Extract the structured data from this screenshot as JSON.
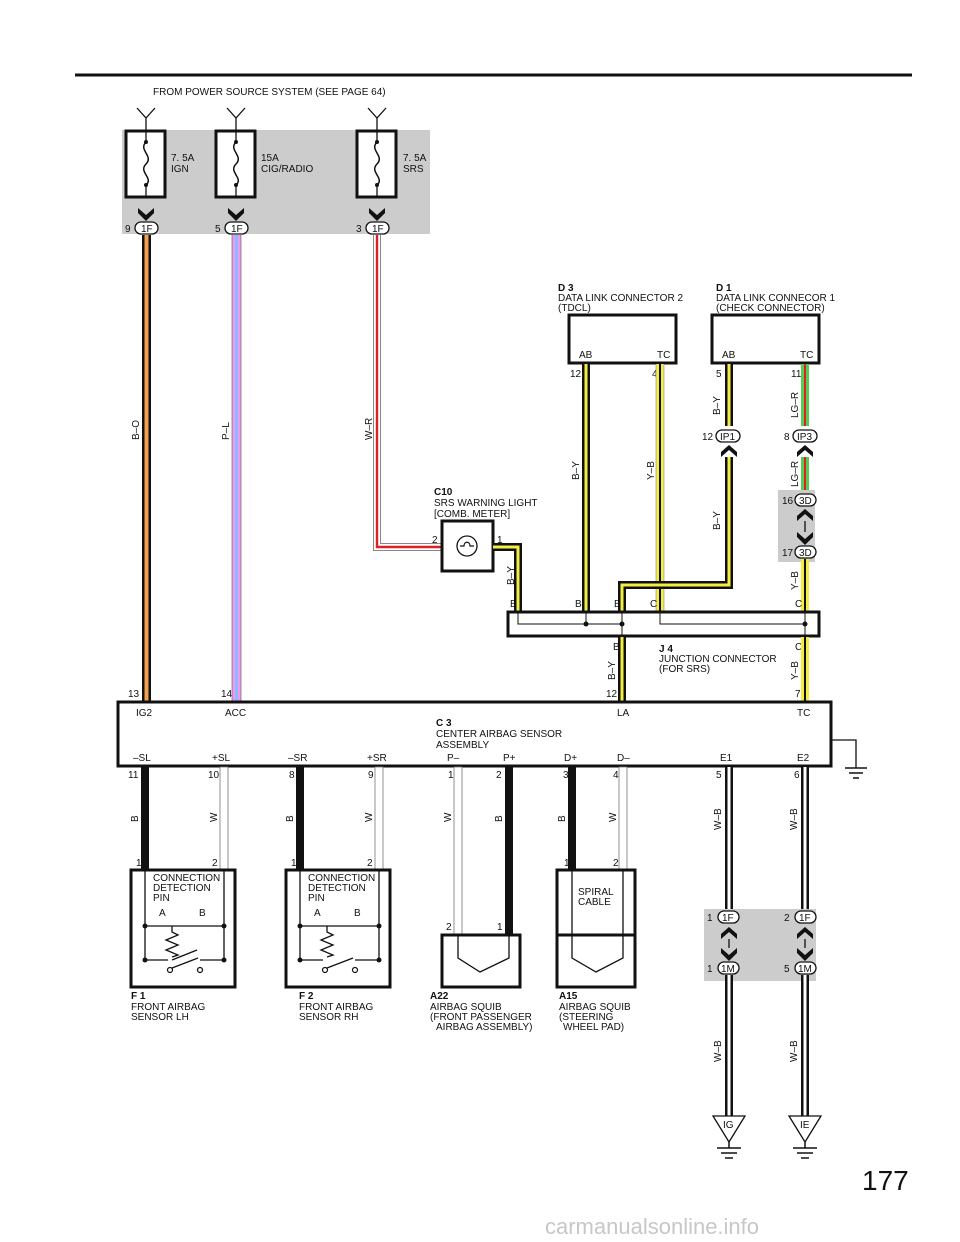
{
  "header": {
    "power_source": "FROM POWER SOURCE SYSTEM (SEE PAGE 64)"
  },
  "fuses": [
    {
      "amp": "7. 5A",
      "name": "IGN",
      "pin": "9",
      "connector": "1F"
    },
    {
      "amp": "15A",
      "name": "CIG/RADIO",
      "pin": "5",
      "connector": "1F"
    },
    {
      "amp": "7. 5A",
      "name": "SRS",
      "pin": "3",
      "connector": "1F"
    }
  ],
  "wires": {
    "ign": "B–O",
    "acc": "P–L",
    "srs": "W–R",
    "d3_ab": "B–Y",
    "d3_tc": "Y–B",
    "ip1": "B–Y",
    "d1_ab": "B–Y",
    "d1_tc": "LG–R",
    "ip3": "LG–R",
    "j3d": "Y–B",
    "c10": "B–Y",
    "j4_b": "B–Y",
    "j4_c": "Y–B",
    "sl_n": "B",
    "sl_p": "W",
    "sr_n": "B",
    "sr_p": "W",
    "p_n": "W",
    "p_p": "B",
    "d_p": "B",
    "d_n": "W",
    "e1": "W–B",
    "e2": "W–B",
    "e1_lo": "W–B",
    "e2_lo": "W–B"
  },
  "d3": {
    "id": "D 3",
    "name": "DATA LINK CONNECTOR 2",
    "sub": "(TDCL)",
    "ab": "AB",
    "tc": "TC",
    "pin_ab": "12",
    "pin_tc": "4"
  },
  "d1": {
    "id": "D 1",
    "name": "DATA LINK CONNECOR 1",
    "sub": "(CHECK CONNECTOR)",
    "ab": "AB",
    "tc": "TC",
    "pin_ab": "5",
    "pin_tc": "11"
  },
  "ip1": {
    "pin": "12",
    "label": "IP1"
  },
  "ip3": {
    "pin": "8",
    "label": "IP3"
  },
  "j3d_top": {
    "pin": "16",
    "label": "3D"
  },
  "j3d_bot": {
    "pin": "17",
    "label": "3D"
  },
  "c10": {
    "id": "C10",
    "name": "SRS WARNING LIGHT",
    "sub": "[COMB.  METER]",
    "pin_l": "2",
    "pin_r": "1"
  },
  "j4": {
    "id": "J 4",
    "name": "JUNCTION CONNECTOR",
    "sub": "(FOR SRS)",
    "top": [
      "B",
      "B",
      "B",
      "C",
      "C"
    ],
    "bot_b": "B",
    "bot_c": "C"
  },
  "c3": {
    "id": "C 3",
    "name": "CENTER AIRBAG SENSOR",
    "sub": "ASSEMBLY",
    "top_pins": [
      "13",
      "14",
      "12",
      "7"
    ],
    "top_terms": [
      "IG2",
      "ACC",
      "LA",
      "TC"
    ],
    "bot_terms": [
      "–SL",
      "+SL",
      "–SR",
      "+SR",
      "P–",
      "P+",
      "D+",
      "D–",
      "E1",
      "E2"
    ],
    "bot_pins": [
      "11",
      "10",
      "8",
      "9",
      "1",
      "2",
      "3",
      "4",
      "5",
      "6"
    ]
  },
  "f1": {
    "id": "F 1",
    "name": "FRONT AIRBAG",
    "sub": "SENSOR LH",
    "pin1": "1",
    "pin2": "2",
    "cdp": [
      "CONNECTION",
      "DETECTION",
      "PIN"
    ],
    "a": "A",
    "b": "B"
  },
  "f2": {
    "id": "F 2",
    "name": "FRONT AIRBAG",
    "sub": "SENSOR RH",
    "pin1": "1",
    "pin2": "2",
    "cdp": [
      "CONNECTION",
      "DETECTION",
      "PIN"
    ],
    "a": "A",
    "b": "B"
  },
  "a22": {
    "id": "A22",
    "name": "AIRBAG SQUIB",
    "sub1": "(FRONT PASSENGER",
    "sub2": "AIRBAG ASSEMBLY)",
    "pin_l": "2",
    "pin_r": "1"
  },
  "a15": {
    "id": "A15",
    "name": "AIRBAG SQUIB",
    "sub1": "(STEERING",
    "sub2": "WHEEL PAD)",
    "pin_l": "1",
    "pin_r": "2",
    "spiral": [
      "SPIRAL",
      "CABLE"
    ]
  },
  "j1f_l": {
    "pin": "1",
    "label": "1F"
  },
  "j1f_r": {
    "pin": "2",
    "label": "1F"
  },
  "j1m_l": {
    "pin": "1",
    "label": "1M"
  },
  "j1m_r": {
    "pin": "5",
    "label": "1M"
  },
  "grounds": [
    "IG",
    "IE"
  ],
  "page_number": "177",
  "watermark": "carmanualsonline.info",
  "colors": {
    "orange": "#f0a050",
    "pink": "#ee99ee",
    "blue": "#88bbff",
    "red": "#dd2222",
    "yellow": "#f2ee44",
    "green": "#55cc55",
    "shade": "#cccccc"
  }
}
